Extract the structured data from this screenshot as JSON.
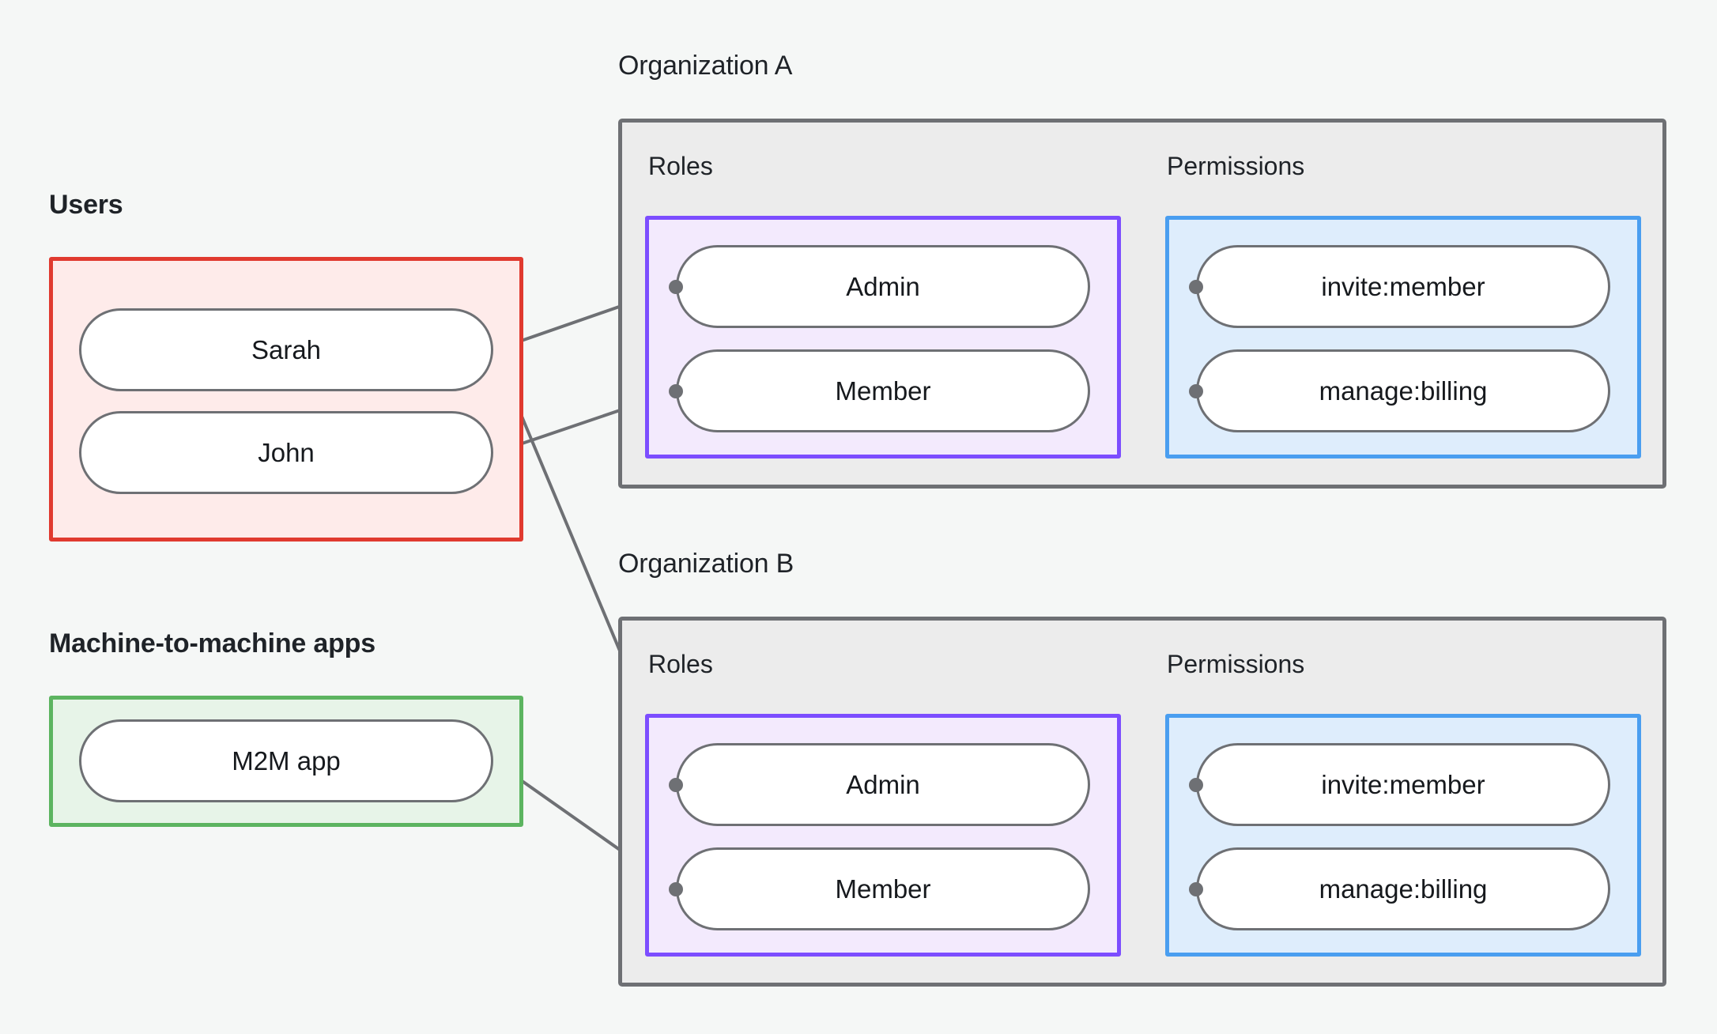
{
  "diagram": {
    "title_hidden": "",
    "background_color": "#F5F7F6",
    "groups": {
      "users": {
        "label": "Users",
        "border_color": "#E03A2F",
        "fill_color": "#FEEBEA",
        "nodes": [
          {
            "label": "Sarah"
          },
          {
            "label": "John"
          }
        ]
      },
      "m2m": {
        "label": "Machine-to-machine apps",
        "border_color": "#5CB460",
        "fill_color": "#E7F4E8",
        "nodes": [
          {
            "label": "M2M app"
          }
        ]
      }
    },
    "organizations": [
      {
        "label": "Organization A",
        "roles_label": "Roles",
        "permissions_label": "Permissions",
        "roles": [
          {
            "label": "Admin"
          },
          {
            "label": "Member"
          }
        ],
        "permissions": [
          {
            "label": "invite:member"
          },
          {
            "label": "manage:billing"
          }
        ]
      },
      {
        "label": "Organization B",
        "roles_label": "Roles",
        "permissions_label": "Permissions",
        "roles": [
          {
            "label": "Admin"
          },
          {
            "label": "Member"
          }
        ],
        "permissions": [
          {
            "label": "invite:member"
          },
          {
            "label": "manage:billing"
          }
        ]
      }
    ],
    "colors": {
      "roles_border": "#7C4DFF",
      "roles_fill": "#F3EAFD",
      "permissions_border": "#4A9EF0",
      "permissions_fill": "#DEEDFC",
      "org_border": "#6E7074",
      "org_fill": "#ECECEC",
      "node_border": "#6E7074",
      "node_fill": "#FFFFFF",
      "edge": "#6E7074"
    },
    "edges": [
      {
        "from": "Sarah",
        "to": "Organization A / Admin"
      },
      {
        "from": "Sarah",
        "to": "Organization B / Admin"
      },
      {
        "from": "John",
        "to": "Organization A / Member"
      },
      {
        "from": "M2M app",
        "to": "Organization B / Member"
      },
      {
        "from": "Organization A / Admin",
        "to": "Organization A / invite:member"
      },
      {
        "from": "Organization A / Admin",
        "to": "Organization A / manage:billing"
      },
      {
        "from": "Organization A / Member",
        "to": "Organization A / manage:billing"
      },
      {
        "from": "Organization B / Admin",
        "to": "Organization B / invite:member"
      },
      {
        "from": "Organization B / Admin",
        "to": "Organization B / manage:billing"
      },
      {
        "from": "Organization B / Member",
        "to": "Organization B / manage:billing"
      }
    ]
  }
}
